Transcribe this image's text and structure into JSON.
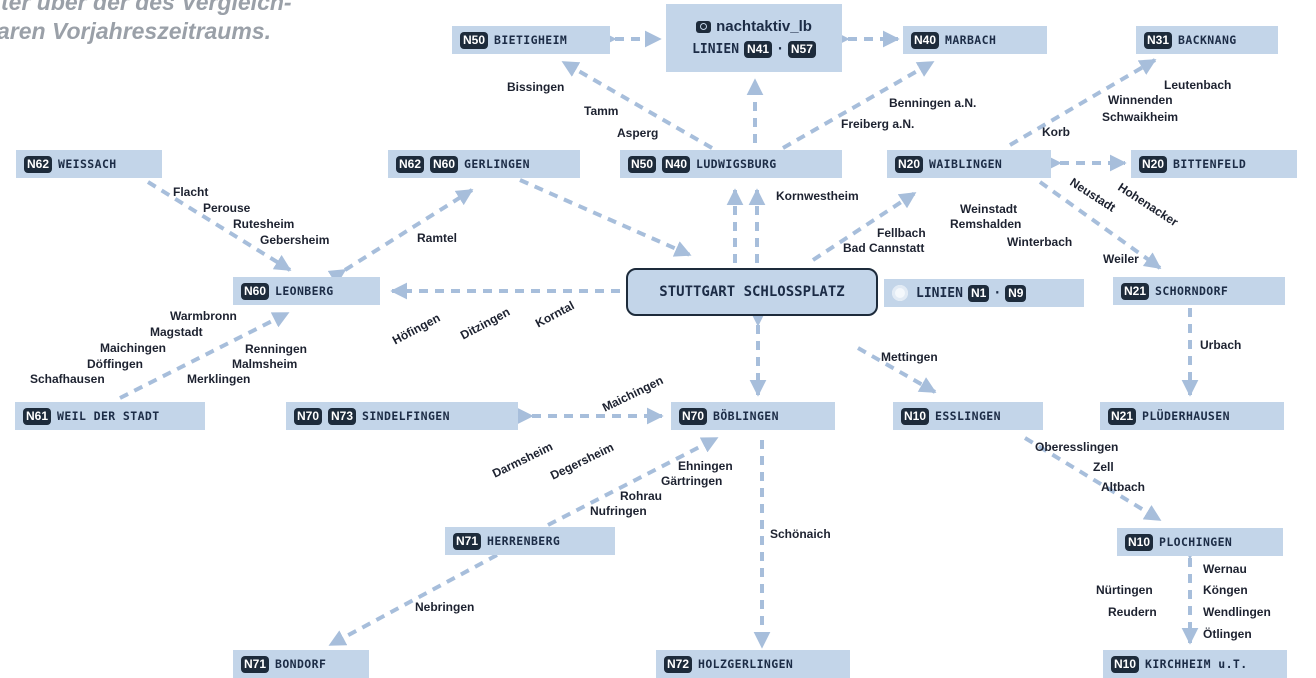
{
  "intro_text": [
    "ritter über der des Vergleich-",
    "aren Vorjahreszeitraums."
  ],
  "center_node": "STUTTGART SCHLOSSPLATZ",
  "night_lines": {
    "label": "LINIEN",
    "from": "N1",
    "to": "N9",
    "icon": "moon-icon"
  },
  "social_box": {
    "handle": "nachtaktiv_lb",
    "icon": "instagram-icon",
    "label": "LINIEN",
    "from": "N41",
    "to": "N57"
  },
  "nodes": [
    {
      "badges": [
        "N50"
      ],
      "name": "BIETIGHEIM"
    },
    {
      "badges": [
        "N40"
      ],
      "name": "MARBACH"
    },
    {
      "badges": [
        "N31"
      ],
      "name": "BACKNANG"
    },
    {
      "badges": [
        "N62"
      ],
      "name": "WEISSACH"
    },
    {
      "badges": [
        "N62",
        "N60"
      ],
      "name": "GERLINGEN"
    },
    {
      "badges": [
        "N50",
        "N40"
      ],
      "name": "LUDWIGSBURG"
    },
    {
      "badges": [
        "N20"
      ],
      "name": "WAIBLINGEN"
    },
    {
      "badges": [
        "N20"
      ],
      "name": "BITTENFELD"
    },
    {
      "badges": [
        "N60"
      ],
      "name": "LEONBERG"
    },
    {
      "badges": [
        "N21"
      ],
      "name": "SCHORNDORF"
    },
    {
      "badges": [
        "N61"
      ],
      "name": "WEIL DER STADT"
    },
    {
      "badges": [
        "N70",
        "N73"
      ],
      "name": "SINDELFINGEN"
    },
    {
      "badges": [
        "N70"
      ],
      "name": "BÖBLINGEN"
    },
    {
      "badges": [
        "N10"
      ],
      "name": "ESSLINGEN"
    },
    {
      "badges": [
        "N21"
      ],
      "name": "PLÜDERHAUSEN"
    },
    {
      "badges": [
        "N71"
      ],
      "name": "HERRENBERG"
    },
    {
      "badges": [
        "N10"
      ],
      "name": "PLOCHINGEN"
    },
    {
      "badges": [
        "N71"
      ],
      "name": "BONDORF"
    },
    {
      "badges": [
        "N72"
      ],
      "name": "HOLZGERLINGEN"
    },
    {
      "badges": [
        "N10"
      ],
      "name": "KIRCHHEIM u.T."
    }
  ],
  "stops": [
    "Bissingen",
    "Tamm",
    "Asperg",
    "Benningen a.N.",
    "Freiberg a.N.",
    "Leutenbach",
    "Winnenden",
    "Schwaikheim",
    "Korb",
    "Flacht",
    "Perouse",
    "Rutesheim",
    "Gebersheim",
    "Ramtel",
    "Kornwestheim",
    "Fellbach",
    "Bad Cannstatt",
    "Weinstadt",
    "Remshalden",
    "Winterbach",
    "Weiler",
    "Hohenacker",
    "Neustadt",
    "Höfingen",
    "Ditzingen",
    "Korntal",
    "Warmbronn",
    "Magstadt",
    "Maichingen",
    "Renningen",
    "Döffingen",
    "Malmsheim",
    "Schafhausen",
    "Merklingen",
    "Urbach",
    "Mettingen",
    "Maichingen",
    "Darmsheim",
    "Degersheim",
    "Ehningen",
    "Gärtringen",
    "Rohrau",
    "Nufringen",
    "Schönaich",
    "Oberesslingen",
    "Zell",
    "Altbach",
    "Nebringen",
    "Wernau",
    "Nürtingen",
    "Köngen",
    "Reudern",
    "Wendlingen",
    "Ötlingen"
  ],
  "colors": {
    "node_fill": "#c3d5e9",
    "badge": "#1d2b3b",
    "route": "#a7bedb",
    "text": "#1d2230",
    "intro": "#9aa0a8"
  }
}
